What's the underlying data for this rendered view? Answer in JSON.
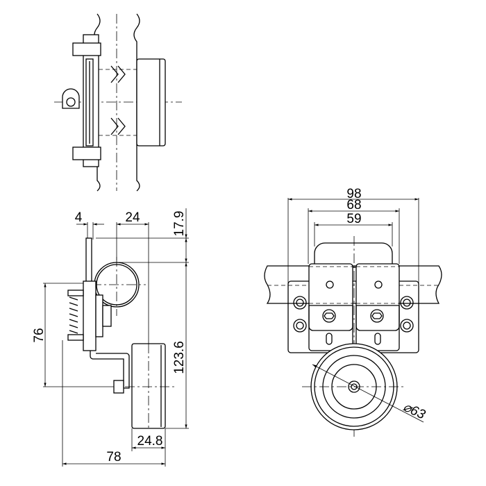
{
  "drawing": {
    "side_view": {
      "dim_plate_thickness": "4",
      "dim_pipe_offset": "24",
      "dim_top_offset": "17.9",
      "dim_height_76": "76",
      "dim_total_height": "123.6",
      "dim_roller_width": "24.8",
      "dim_total_depth": "78"
    },
    "front_view": {
      "dim_outer_width": "98",
      "dim_mid_width": "68",
      "dim_inner_width": "59",
      "dim_wheel_diameter": "⌀63"
    }
  }
}
